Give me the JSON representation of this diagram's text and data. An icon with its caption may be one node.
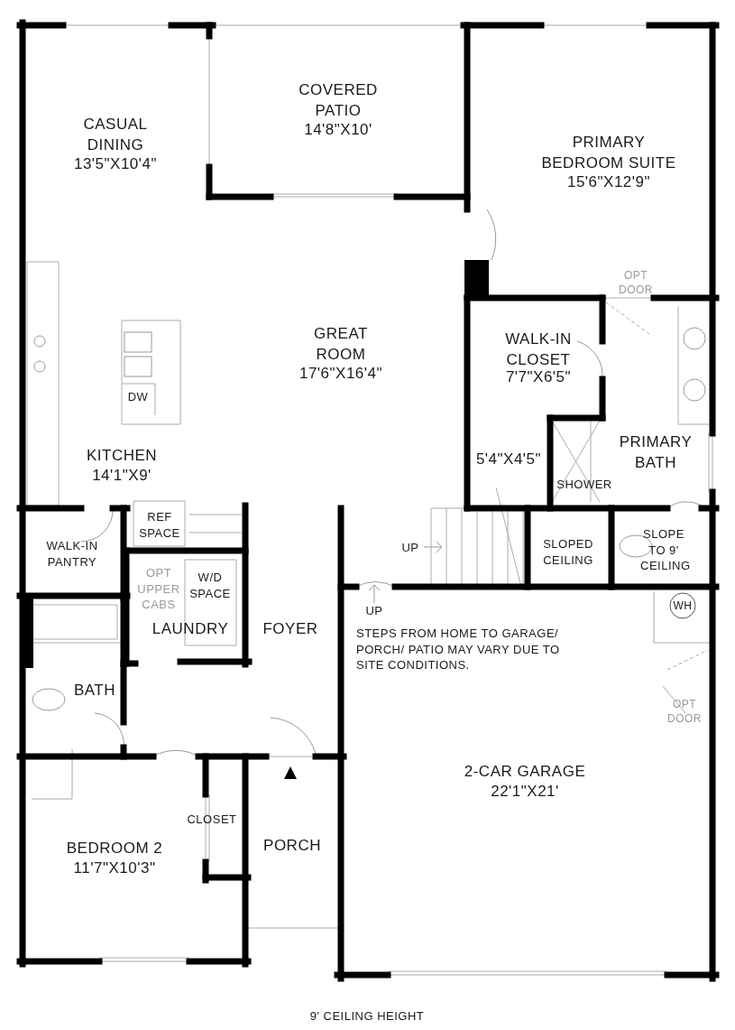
{
  "diagram": {
    "caption": "9' CEILING HEIGHT",
    "labels": [
      "COVERED PATIO",
      "14'8\"X10'",
      "CASUAL DINING",
      "13'5\"X10'4\"",
      "PRIMARY BEDROOM SUITE",
      "15'6\"X12'9\"",
      "OPT DOOR",
      "GREAT ROOM",
      "17'6\"X16'4\"",
      "WALK-IN CLOSET",
      "7'7\"X6'5\"",
      "DW",
      "PRIMARY BATH",
      "KITCHEN",
      "14'1\"X9'",
      "5'4\"X4'5\"",
      "SHOWER",
      "REF SPACE",
      "WALK-IN PANTRY",
      "SLOPED CEILING",
      "SLOPE TO 9' CEILING",
      "UP",
      "OPT UPPER CABS",
      "W/D SPACE",
      "UP",
      "WH",
      "LAUNDRY",
      "FOYER",
      "STEPS FROM HOME TO GARAGE/ PORCH/ PATIO MAY VARY DUE TO SITE CONDITIONS.",
      "BATH",
      "OPT DOOR",
      "2-CAR GARAGE",
      "22'1\"X21'",
      "CLOSET",
      "BEDROOM 2",
      "11'7\"X10'3\"",
      "PORCH"
    ]
  }
}
